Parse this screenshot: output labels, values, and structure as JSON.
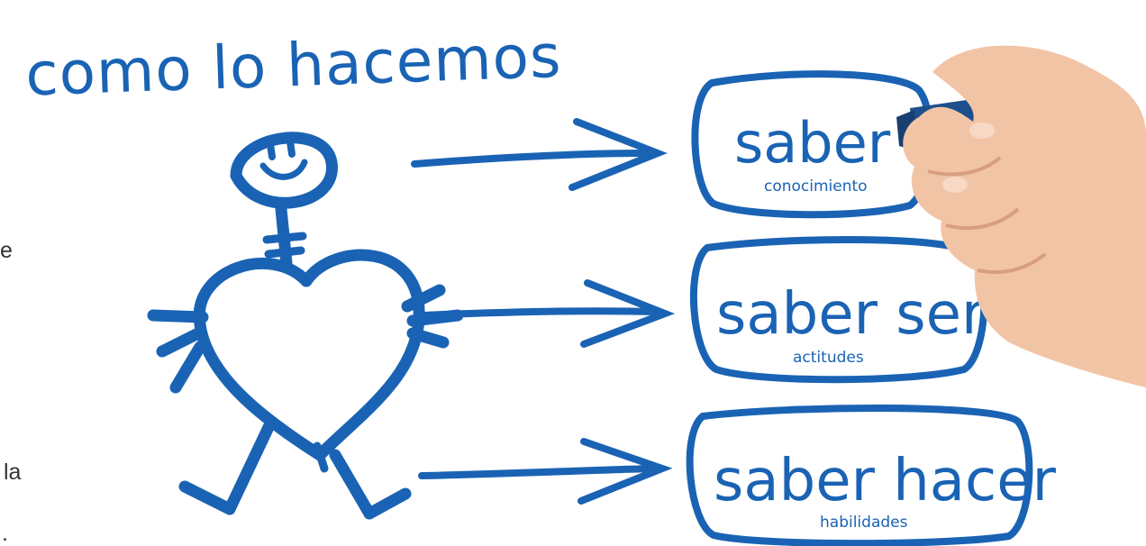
{
  "title": "como lo hacemos",
  "boxes": [
    {
      "main": "saber",
      "sub": "conocimiento"
    },
    {
      "main": "saber ser",
      "sub": "actitudes"
    },
    {
      "main": "saber hacer",
      "sub": "habilidades"
    }
  ],
  "side_fragments": [
    "e",
    "la",
    "."
  ],
  "colors": {
    "ink": "#1a63b4",
    "skin": "#f2c4a6",
    "marker_cap": "#1d4f8c",
    "side_text": "#333333"
  }
}
